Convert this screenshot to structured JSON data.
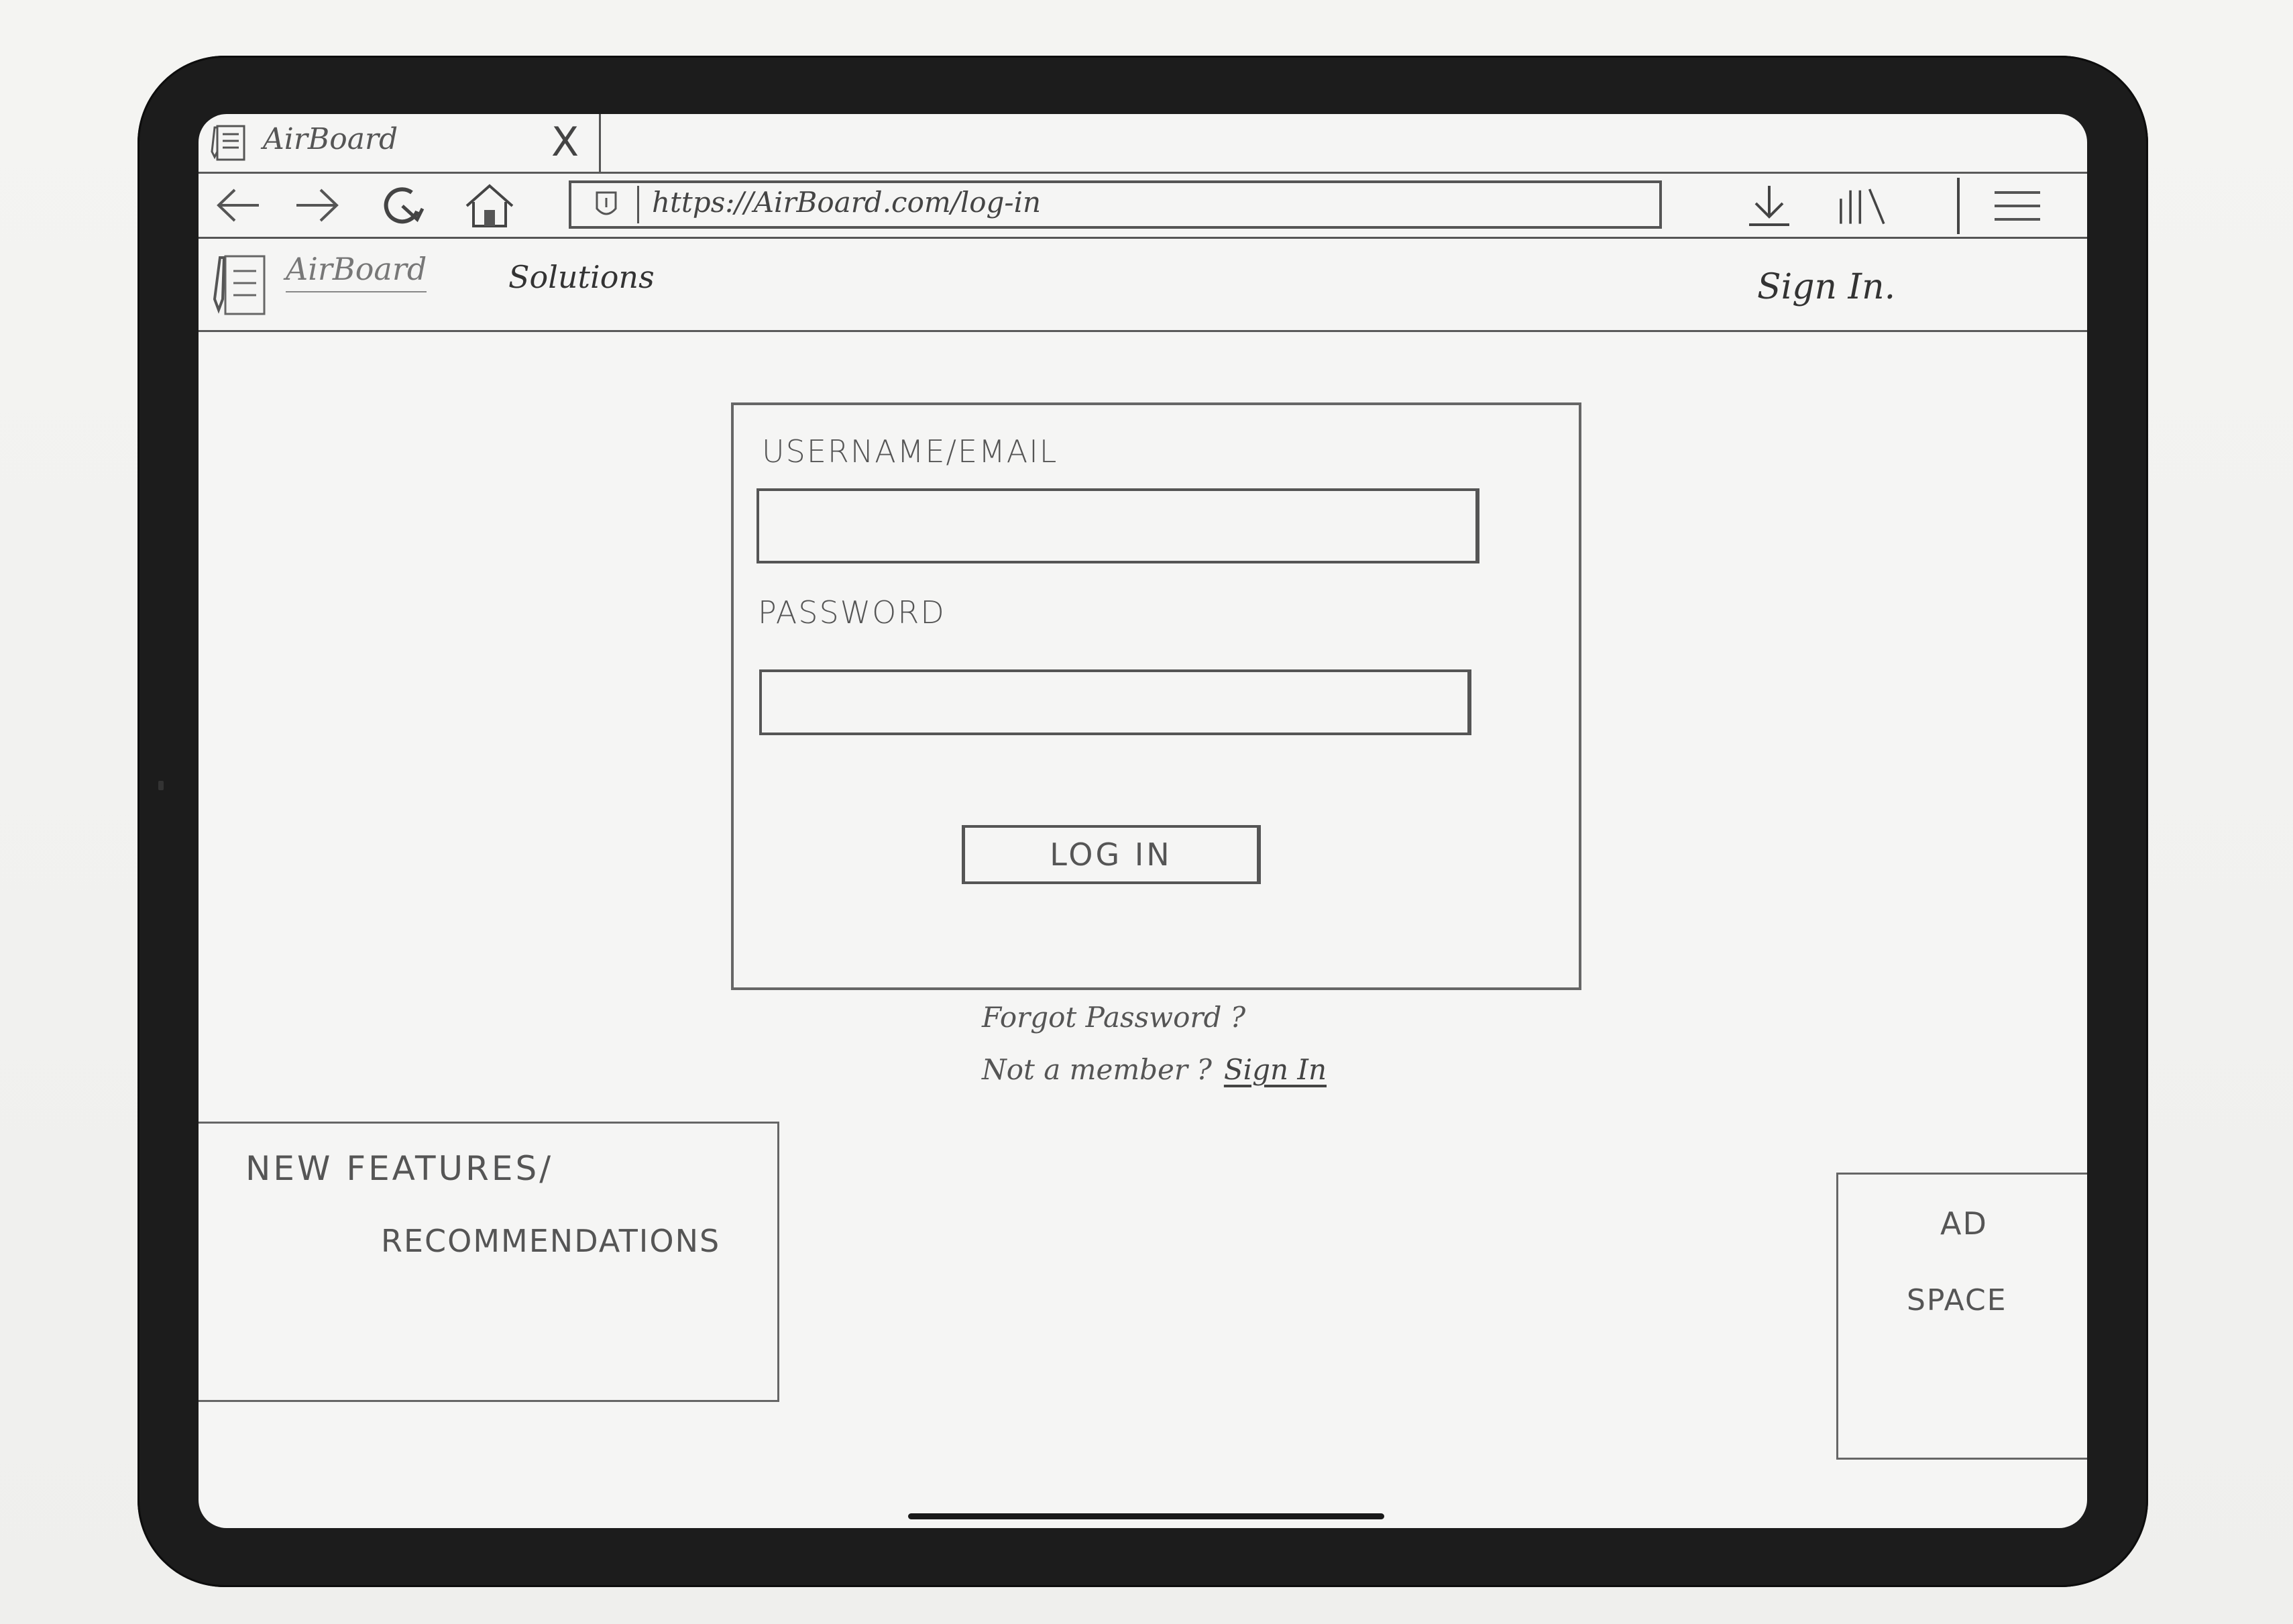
{
  "browser": {
    "tab": {
      "title": "AirBoard",
      "close_label": "X",
      "favicon_icon": "notepad-icon"
    },
    "nav": {
      "back_icon": "arrow-left-icon",
      "forward_icon": "arrow-right-icon",
      "reload_icon": "reload-icon",
      "home_icon": "home-icon",
      "download_icon": "download-icon",
      "library_icon": "library-icon",
      "menu_icon": "hamburger-menu-icon"
    },
    "url": {
      "value": "https://AirBoard.com/log-in",
      "lock_icon": "shield-icon"
    }
  },
  "site_header": {
    "logo_text": "AirBoard",
    "nav_solutions": "Solutions",
    "nav_signin": "Sign In."
  },
  "login_form": {
    "username_label": "USERNAME/EMAIL",
    "username_value": "",
    "password_label": "PASSWORD",
    "password_value": "",
    "login_button": "LOG IN",
    "forgot_password": "Forgot Password ?",
    "not_member_text": "Not a member ?",
    "signup_link": "Sign In"
  },
  "features_panel": {
    "line1": "NEW FEATURES/",
    "line2": "RECOMMENDATIONS"
  },
  "ad_panel": {
    "line1": "AD",
    "line2": "SPACE"
  },
  "colors": {
    "device_frame": "#1c1c1c",
    "screen_bg": "#f5f5f4",
    "sketch_ink": "#555555"
  }
}
